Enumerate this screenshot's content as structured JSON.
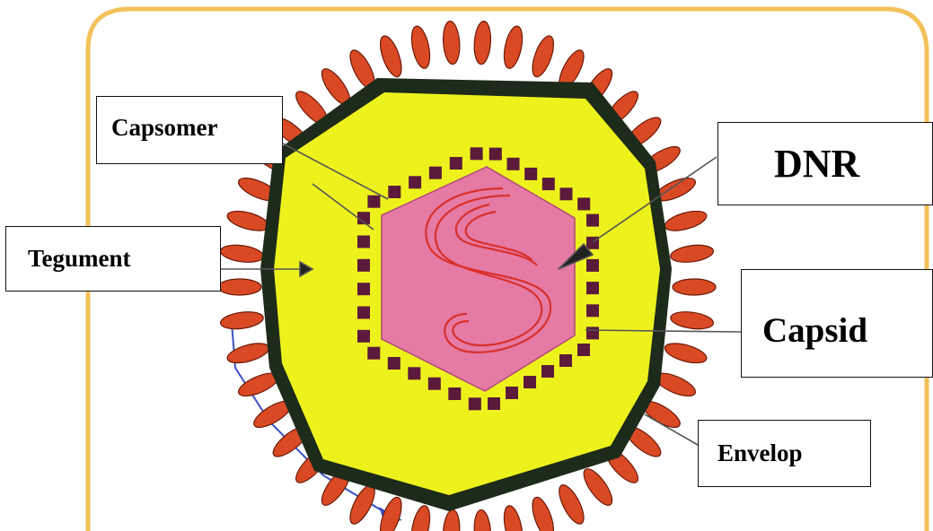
{
  "labels": {
    "capsomer": "Capsomer",
    "dnr": "DNR",
    "tegument": "Tegument",
    "capsid": "Capsid",
    "envelop": "Envelop"
  },
  "colors": {
    "frame": "#f3c15a",
    "spike": "#d94a24",
    "spike_outline": "#6b1a0a",
    "envelope": "#1d2b1a",
    "tegument": "#eef21c",
    "capsid": "#e57aa5",
    "capsomer": "#5c1a3b",
    "dna": "#d9302a",
    "leader": "#555555",
    "blue_line": "#3b52c4"
  }
}
